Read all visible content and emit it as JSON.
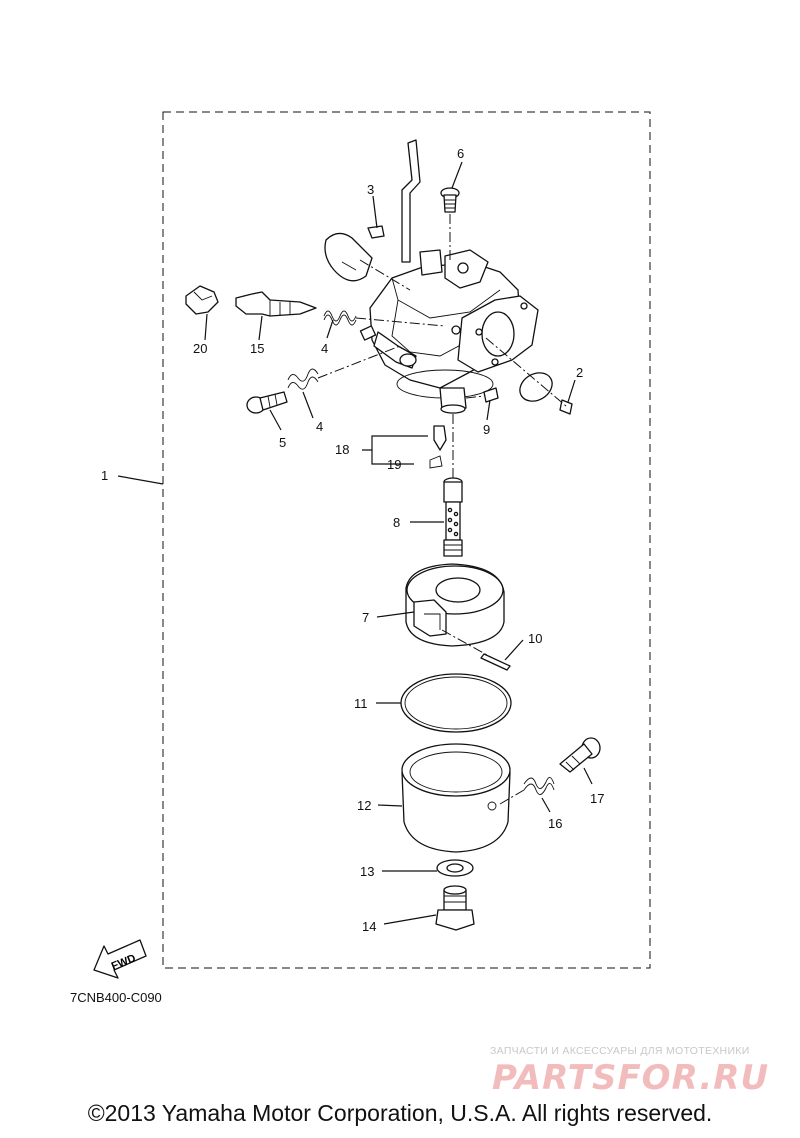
{
  "diagram": {
    "code": "7CNB400-C090",
    "fwd_label": "FWD",
    "copyright": "©2013 Yamaha Motor Corporation, U.S.A. All rights reserved.",
    "watermark": {
      "subtitle": "ЗАПЧАСТИ И АКСЕССУАРЫ ДЛЯ МОТОТЕХНИКИ",
      "logo": "PARTSFOR.RU"
    },
    "callouts": [
      "1",
      "2",
      "3",
      "4",
      "4",
      "5",
      "6",
      "7",
      "8",
      "9",
      "10",
      "11",
      "12",
      "13",
      "14",
      "15",
      "16",
      "17",
      "18",
      "19",
      "20"
    ]
  }
}
